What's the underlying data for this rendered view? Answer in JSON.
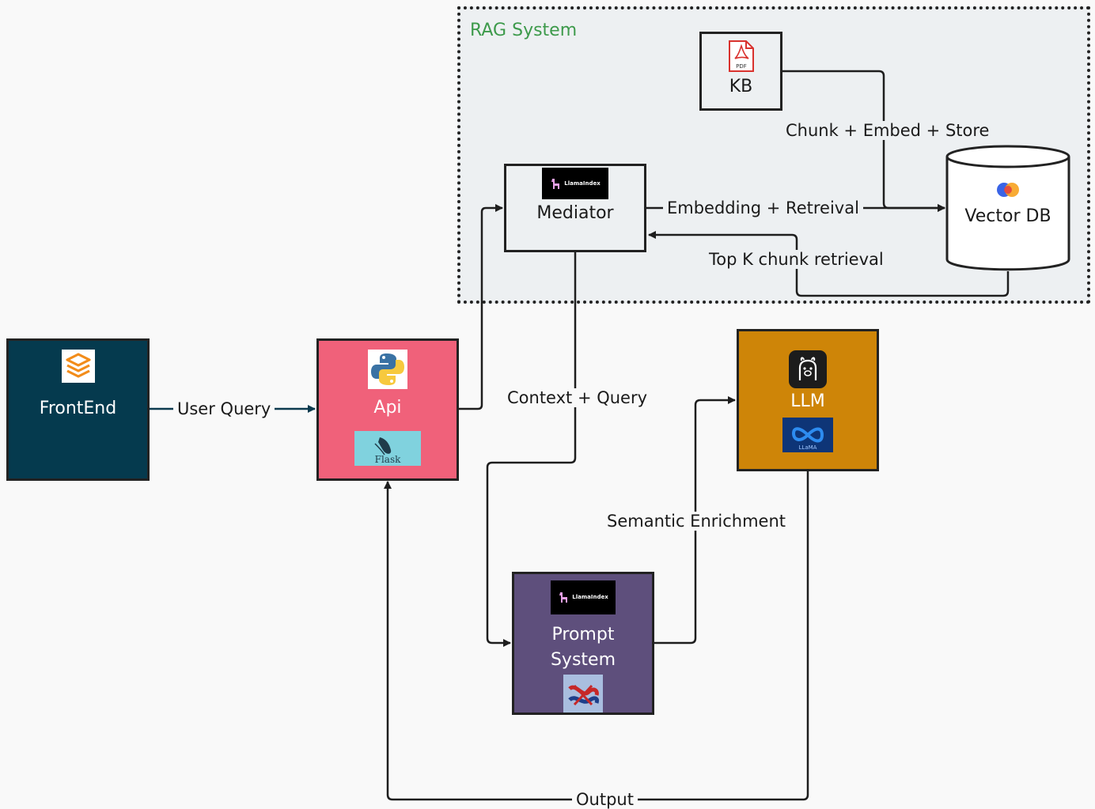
{
  "group": {
    "title": "RAG System"
  },
  "nodes": {
    "frontend": {
      "label": "FrontEnd"
    },
    "api": {
      "label": "Api",
      "logo_text": "Flask"
    },
    "mediator": {
      "label": "Mediator",
      "logo_text": "LlamaIndex"
    },
    "kb": {
      "label": "KB",
      "icon_text": "PDF"
    },
    "vectordb": {
      "label": "Vector DB"
    },
    "llm": {
      "label": "LLM",
      "logo_text": "LLaMA"
    },
    "prompt": {
      "label_line1": "Prompt",
      "label_line2": "System",
      "logo_text": "LlamaIndex"
    }
  },
  "edges": {
    "user_query": "User Query",
    "chunk_embed_store": "Chunk + Embed + Store",
    "embedding_retreival": "Embedding + Retreival",
    "top_k": "Top K chunk retrieval",
    "context_query": "Context + Query",
    "semantic_enrichment": "Semantic Enrichment",
    "output": "Output"
  },
  "colors": {
    "frontend": "#053a4e",
    "api": "#f0617a",
    "llm": "#ce8508",
    "prompt": "#5e4f7c",
    "rag_group": "#edf0f2",
    "group_title": "#3d9a4b",
    "user_query_arrow": "#0b3a4e"
  }
}
